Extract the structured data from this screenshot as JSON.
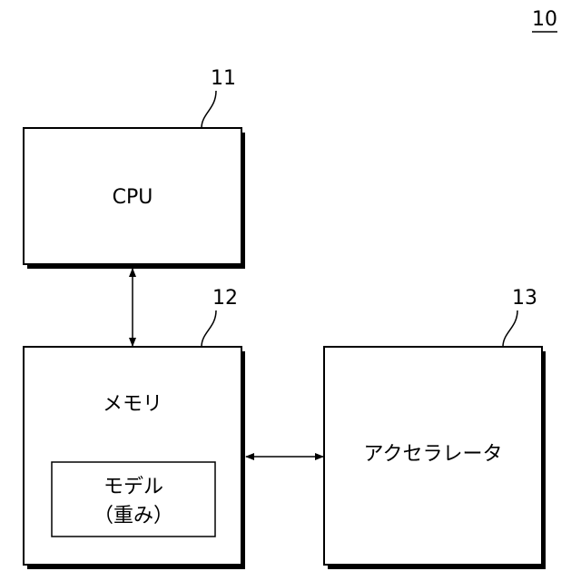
{
  "figure": {
    "number": "10"
  },
  "blocks": {
    "cpu": {
      "ref": "11",
      "label": "CPU"
    },
    "memory": {
      "ref": "12",
      "label": "メモリ"
    },
    "model": {
      "line1": "モデル",
      "line2": "（重み）"
    },
    "accelerator": {
      "ref": "13",
      "label": "アクセラレータ"
    }
  },
  "connections": [
    {
      "from": "cpu",
      "to": "memory",
      "type": "bidirectional"
    },
    {
      "from": "memory",
      "to": "accelerator",
      "type": "bidirectional"
    }
  ]
}
